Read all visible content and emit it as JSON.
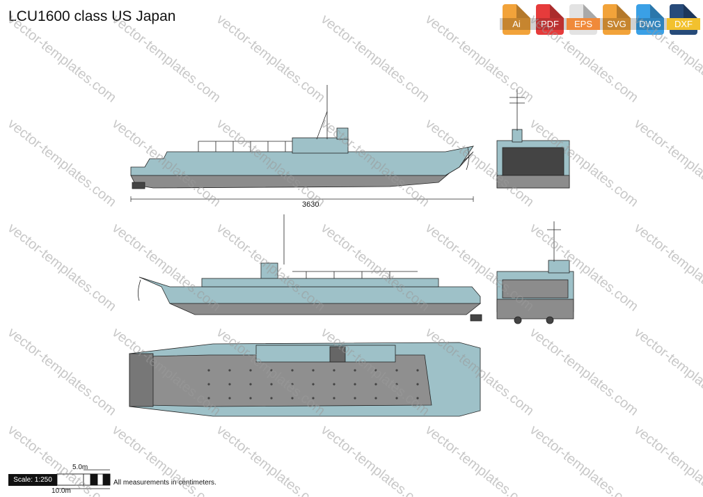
{
  "title": "LCU1600 class US Japan",
  "formats": [
    {
      "label": "Ai",
      "color": "#f2a33a"
    },
    {
      "label": "PDF",
      "color": "#e63b3b"
    },
    {
      "label": "EPS",
      "color": "#f08a3a"
    },
    {
      "label": "SVG",
      "color": "#f2a33a"
    },
    {
      "label": "DWG",
      "color": "#3aa0e6"
    },
    {
      "label": "DXF",
      "color": "#274b7a"
    }
  ],
  "dimension_label": "3630",
  "scale": {
    "box_label": "Scale: 1:250",
    "half_label": "5.0m",
    "full_label": "10.0m"
  },
  "note": "All measurements in centimeters.",
  "watermark": "vector-templates.com",
  "colors": {
    "hull_top": "#9ec1c8",
    "hull_bottom": "#8c8c8c",
    "deck": "#8f8f8f",
    "line": "#222222"
  }
}
